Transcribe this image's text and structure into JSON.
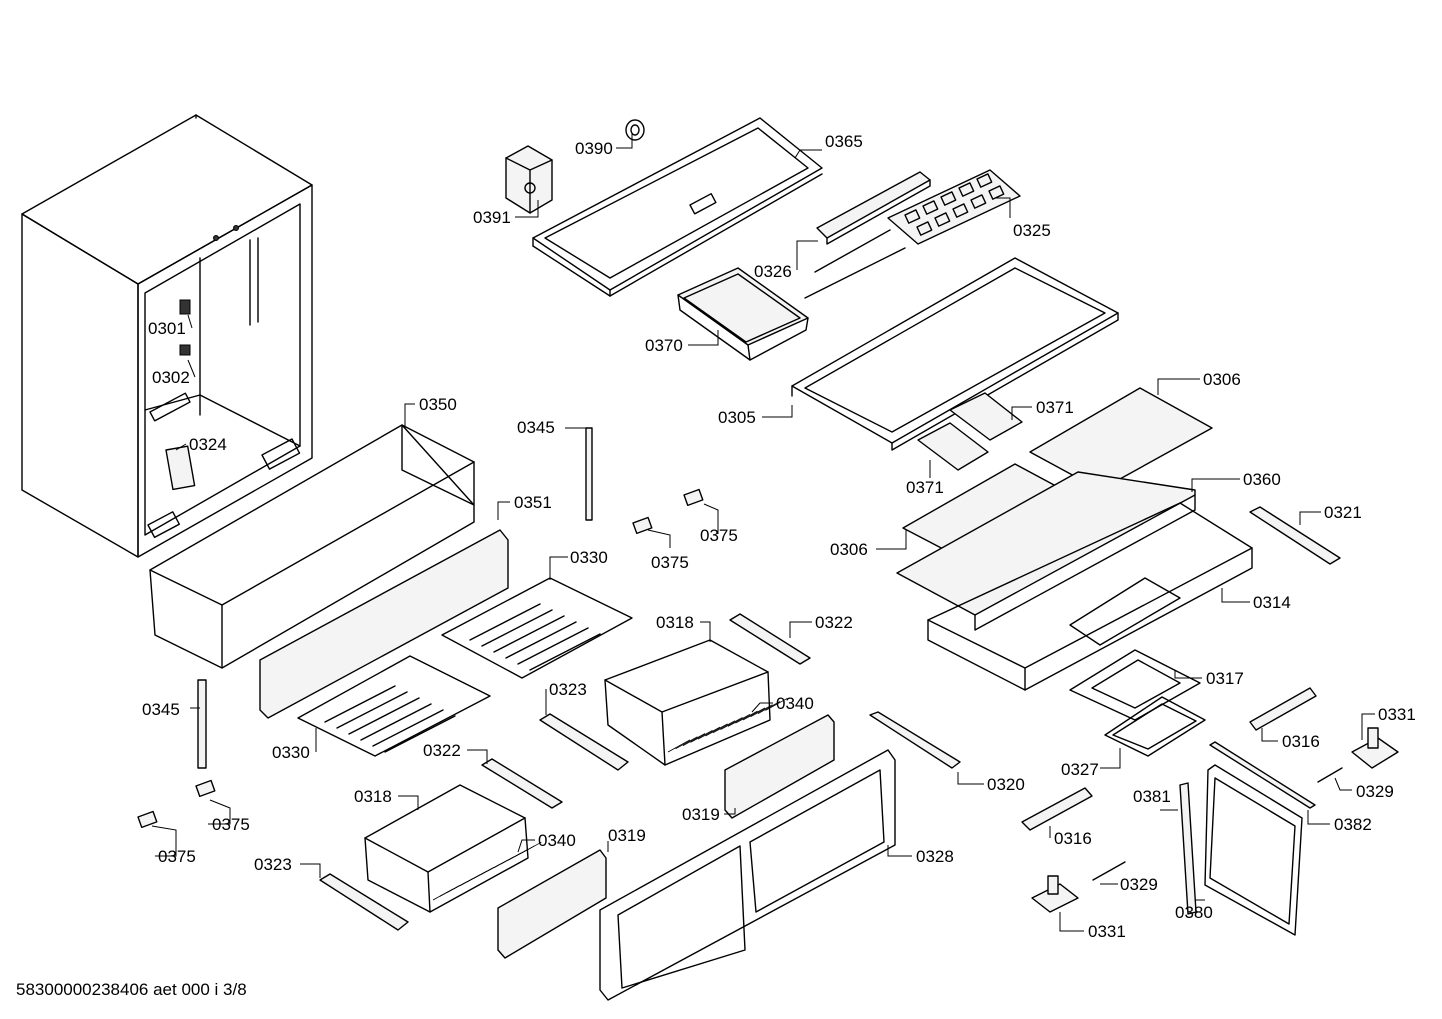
{
  "footer": "58300000238406 aet 000 i 3/8",
  "labels": [
    "0390",
    "0365",
    "0391",
    "0326",
    "0325",
    "0370",
    "0306",
    "0305",
    "0371",
    "0371",
    "0301",
    "0302",
    "0324",
    "0350",
    "0345",
    "0351",
    "0375",
    "0375",
    "0360",
    "0321",
    "0306",
    "0314",
    "0330",
    "0318",
    "0322",
    "0317",
    "0345",
    "0323",
    "0340",
    "0331",
    "0316",
    "0330",
    "0322",
    "0329",
    "0320",
    "0318",
    "0319",
    "0327",
    "0381",
    "0382",
    "0375",
    "0375",
    "0340",
    "0319",
    "0316",
    "0328",
    "0323",
    "0329",
    "0380",
    "0331"
  ],
  "colors": {
    "line": "#000000",
    "background": "#ffffff"
  }
}
